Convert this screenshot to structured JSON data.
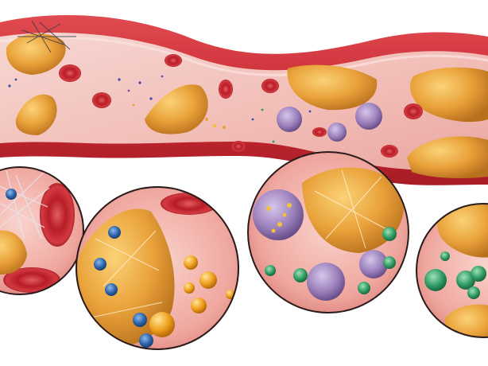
{
  "illustration": {
    "subject": "",
    "palette": {
      "background": "#ffffff",
      "vessel_outer": "#d9343d",
      "vessel_inner": "#f1a0a0",
      "lumen": "#f6c9c4",
      "plaque": "#e8a33a",
      "plaque_highlight": "#f7c95a",
      "red_cell": "#c8202a",
      "immune_cell_purple": "#9b82b8",
      "immune_cell_green": "#2f9a63",
      "immune_cell_blue": "#2a62a8",
      "lipid_droplet": "#f0a01e"
    },
    "insets": [
      {
        "name": "platelet-fibrin-inset"
      },
      {
        "name": "plaque-blue-cells-inset"
      },
      {
        "name": "purple-and-green-cells-inset"
      },
      {
        "name": "green-cells-inset"
      }
    ]
  }
}
